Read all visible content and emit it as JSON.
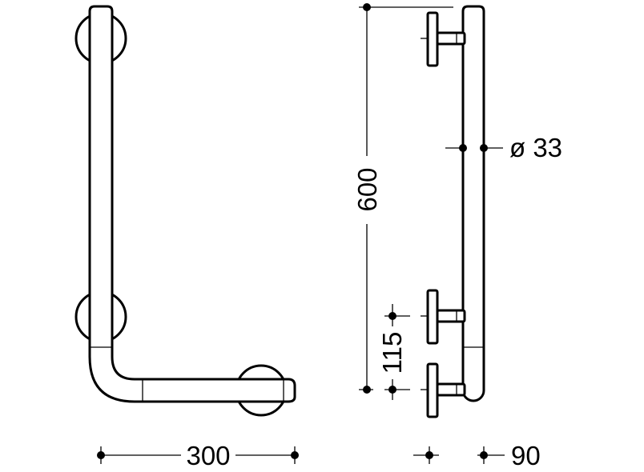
{
  "drawing": {
    "dimensions": {
      "width_300": "300",
      "height_600": "600",
      "offset_115": "115",
      "depth_90": "90",
      "diameter_33": "ø 33"
    },
    "colors": {
      "line": "#000000",
      "background": "#ffffff"
    }
  }
}
